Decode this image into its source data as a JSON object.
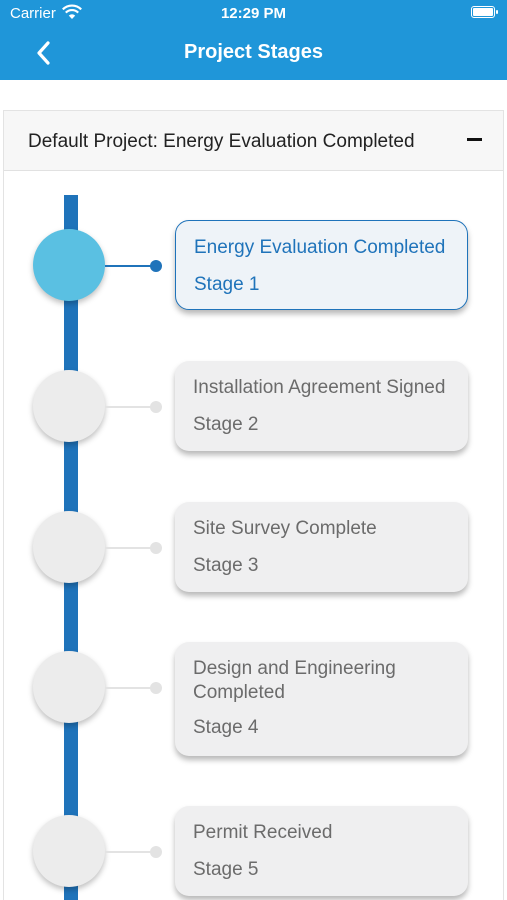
{
  "status_bar": {
    "carrier": "Carrier",
    "time": "12:29 PM"
  },
  "nav": {
    "title": "Project Stages"
  },
  "project": {
    "title": "Default Project: Energy Evaluation Completed"
  },
  "stages": [
    {
      "name": "Energy Evaluation Completed",
      "stage": "Stage 1",
      "active": true
    },
    {
      "name": "Installation Agreement Signed",
      "stage": "Stage 2",
      "active": false
    },
    {
      "name": "Site Survey Complete",
      "stage": "Stage 3",
      "active": false
    },
    {
      "name": "Design and Engineering Completed",
      "stage": "Stage 4",
      "active": false
    },
    {
      "name": "Permit Received",
      "stage": "Stage 5",
      "active": false
    }
  ],
  "colors": {
    "header": "#1f96d9",
    "timeline": "#1f73ba",
    "active_node": "#5ac0e2"
  }
}
